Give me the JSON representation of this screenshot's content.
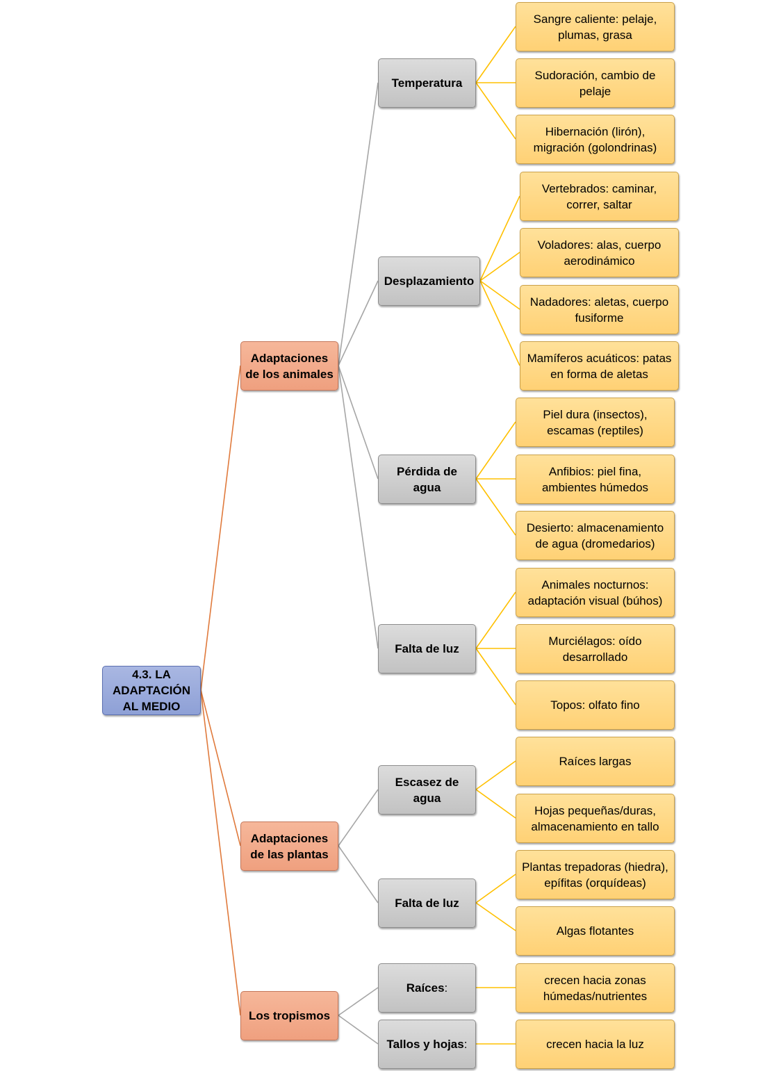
{
  "root": {
    "title": "4.3. LA ADAPTACIÓN AL MEDIO"
  },
  "animals": {
    "title": "Adaptaciones de los animales",
    "temperatura": {
      "title": "Temperatura",
      "items": [
        "Sangre caliente: pelaje, plumas, grasa",
        "Sudoración, cambio de pelaje",
        "Hibernación (lirón), migración (golondrinas)"
      ]
    },
    "desplazamiento": {
      "title": "Desplazamiento",
      "items": [
        "Vertebrados: caminar, correr, saltar",
        "Voladores: alas, cuerpo aerodinámico",
        "Nadadores: aletas, cuerpo fusiforme",
        "Mamíferos acuáticos: patas en forma de aletas"
      ]
    },
    "perdida_agua": {
      "title": "Pérdida de agua",
      "items": [
        "Piel dura (insectos), escamas (reptiles)",
        "Anfibios: piel fina, ambientes húmedos",
        "Desierto: almacenamiento de agua (dromedarios)"
      ]
    },
    "falta_luz": {
      "title": "Falta de luz",
      "items": [
        "Animales nocturnos: adaptación visual (búhos)",
        "Murciélagos: oído desarrollado",
        "Topos: olfato fino"
      ]
    }
  },
  "plants": {
    "title": "Adaptaciones de las plantas",
    "escasez_agua": {
      "title": "Escasez de agua",
      "items": [
        "Raíces largas",
        "Hojas pequeñas/duras, almacenamiento en tallo"
      ]
    },
    "falta_luz": {
      "title": "Falta de luz",
      "items": [
        "Plantas trepadoras (hiedra), epífitas (orquídeas)",
        "Algas flotantes"
      ]
    }
  },
  "tropisms": {
    "title": "Los tropismos",
    "raices": {
      "title": "Raíces",
      "colon": ":",
      "item": "crecen hacia zonas húmedas/nutrientes"
    },
    "tallos": {
      "title": "Tallos y hojas",
      "colon": ":",
      "item": "crecen hacia la luz"
    }
  },
  "colors": {
    "root": "#8ea0d6",
    "category": "#efa07f",
    "subcategory": "#c2c2c2",
    "leaf": "#ffd175",
    "connector_root": "#e07a3c",
    "connector_category": "#a6a6a6",
    "connector_leaf": "#ffc000"
  }
}
